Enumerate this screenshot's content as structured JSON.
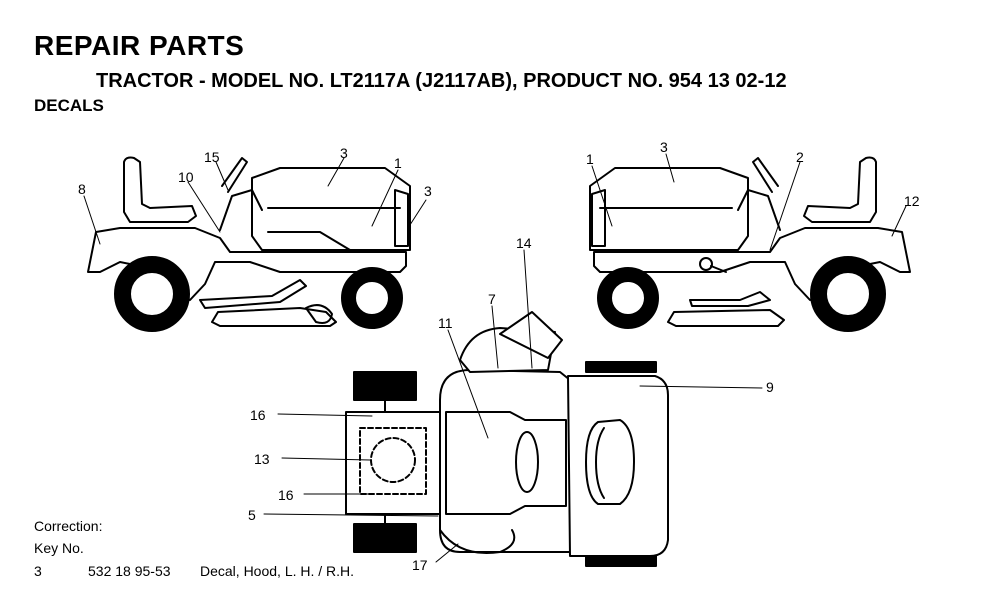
{
  "header": {
    "title": "REPAIR PARTS",
    "subtitle": "TRACTOR - MODEL NO. LT2117A (J2117AB),  PRODUCT NO. 954 13 02-12",
    "section": "DECALS"
  },
  "callouts": {
    "left": [
      "15",
      "3",
      "1",
      "8",
      "10",
      "3"
    ],
    "right": [
      "1",
      "3",
      "2",
      "12"
    ],
    "top": [
      "14",
      "11",
      "7",
      "9",
      "16",
      "13",
      "16",
      "5",
      "17"
    ]
  },
  "correction": {
    "heading": "Correction:",
    "key_label": "Key No.",
    "entry": {
      "key": "3",
      "part_no": "532 18 95-53",
      "description": "Decal, Hood, L. H. / R.H."
    }
  }
}
